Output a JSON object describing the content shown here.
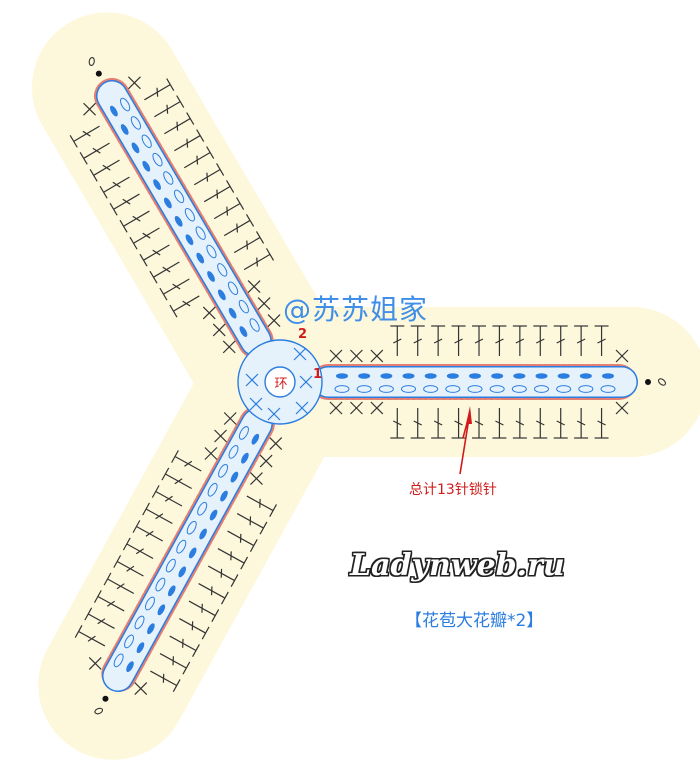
{
  "watermark": "@苏苏姐家",
  "site_logo": "Ladynweb.ru",
  "caption": "【花苞大花瓣*2】",
  "total_note": "总计13针锁针",
  "ring_label": "环",
  "round_markers": [
    "1",
    "2"
  ],
  "colors": {
    "background": "#ffffff",
    "petal_fill": "#fdf8dc",
    "chain_fill": "#e6f2fb",
    "chain_outline": "#2b7de0",
    "stitch_symbol": "#333333",
    "accent_red": "#d11b1b"
  },
  "petals": [
    {
      "name": "upper-left",
      "chain_stitches": 13
    },
    {
      "name": "right",
      "chain_stitches": 13
    },
    {
      "name": "lower-left",
      "chain_stitches": 13
    }
  ]
}
